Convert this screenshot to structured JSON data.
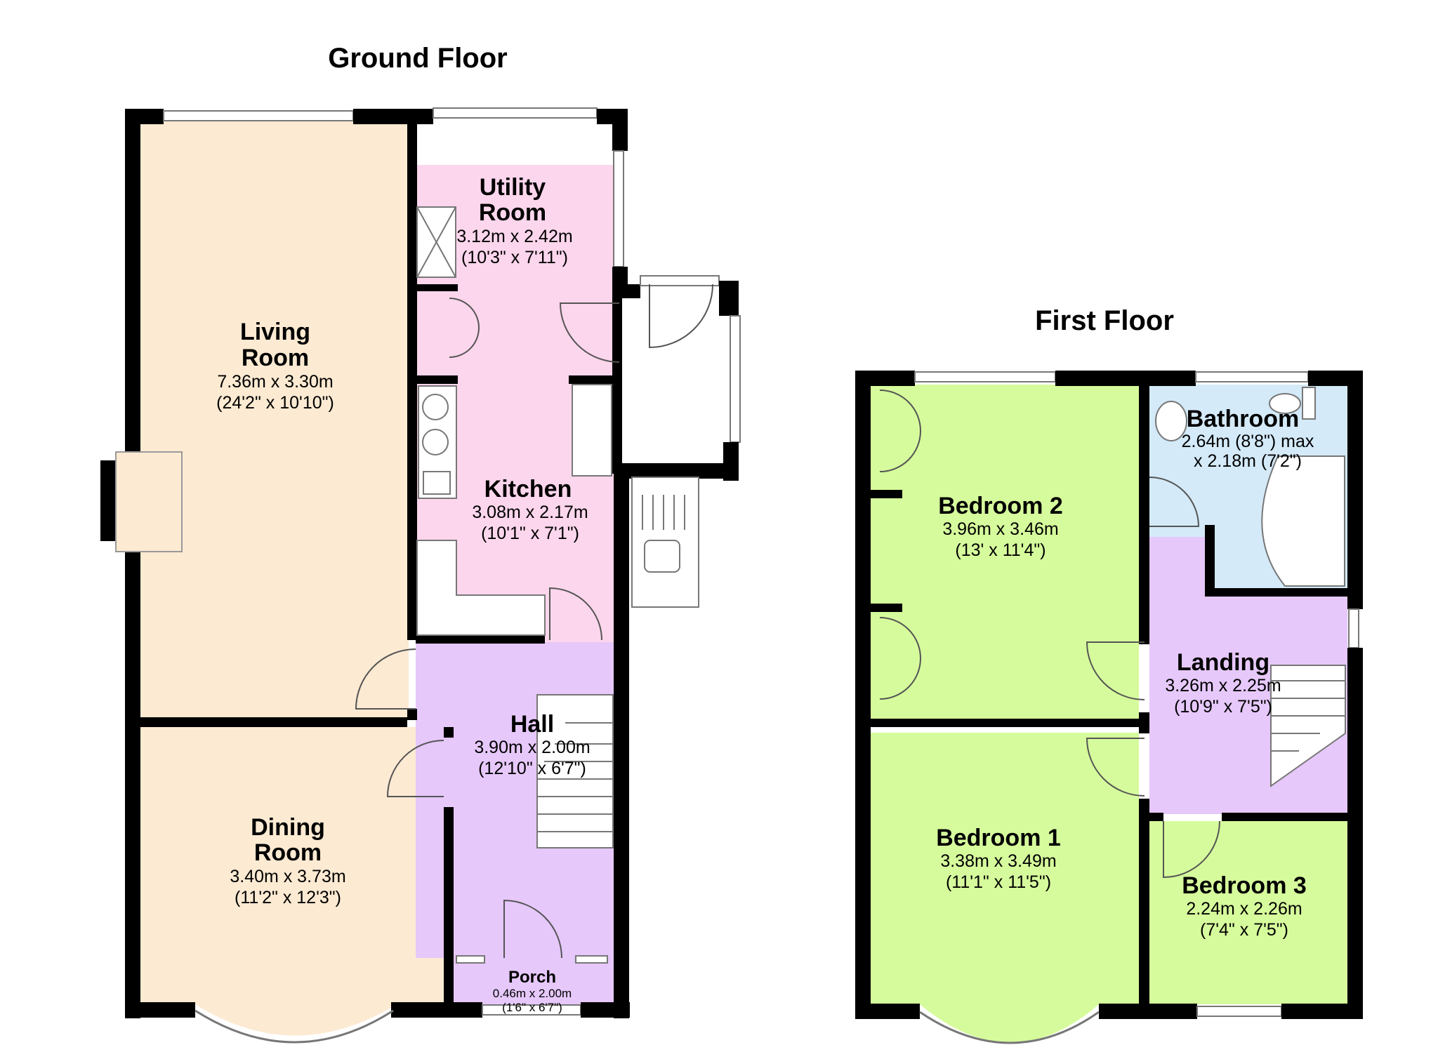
{
  "floors": {
    "ground": {
      "title": "Ground Floor"
    },
    "first": {
      "title": "First Floor"
    }
  },
  "rooms": {
    "living": {
      "name_line1": "Living",
      "name_line2": "Room",
      "dim_metric": "7.36m x 3.30m",
      "dim_imperial": "(24'2\" x 10'10\")"
    },
    "dining": {
      "name_line1": "Dining",
      "name_line2": "Room",
      "dim_metric": "3.40m x 3.73m",
      "dim_imperial": "(11'2\" x 12'3\")"
    },
    "utility": {
      "name_line1": "Utility",
      "name_line2": "Room",
      "dim_metric": "3.12m x 2.42m",
      "dim_imperial": "(10'3\" x 7'11\")"
    },
    "kitchen": {
      "name": "Kitchen",
      "dim_metric": "3.08m x 2.17m",
      "dim_imperial": "(10'1\" x 7'1\")"
    },
    "hall": {
      "name": "Hall",
      "dim_metric": "3.90m x 2.00m",
      "dim_imperial": "(12'10\" x 6'7\")"
    },
    "porch": {
      "name": "Porch",
      "dim_metric": "0.46m x 2.00m",
      "dim_imperial": "(1'6\" x 6'7\")"
    },
    "bedroom2": {
      "name": "Bedroom 2",
      "dim_metric": "3.96m x 3.46m",
      "dim_imperial": "(13' x 11'4\")"
    },
    "bathroom": {
      "name": "Bathroom",
      "dim_line1": "2.64m (8'8\") max",
      "dim_line2": "x 2.18m (7'2\")"
    },
    "landing": {
      "name": "Landing",
      "dim_metric": "3.26m x 2.25m",
      "dim_imperial": "(10'9\" x 7'5\")"
    },
    "bedroom1": {
      "name": "Bedroom 1",
      "dim_metric": "3.38m x 3.49m",
      "dim_imperial": "(11'1\" x 11'5\")"
    },
    "bedroom3": {
      "name": "Bedroom 3",
      "dim_metric": "2.24m x 2.26m",
      "dim_imperial": "(7'4\" x 7'5\")"
    }
  },
  "colors": {
    "living_dining": "#fcead2",
    "kitchen_utility": "#fcd6ec",
    "hall_landing": "#e6c8fa",
    "bedrooms": "#d6fb9c",
    "bathroom": "#d4eaf9",
    "walls": "#000000"
  }
}
